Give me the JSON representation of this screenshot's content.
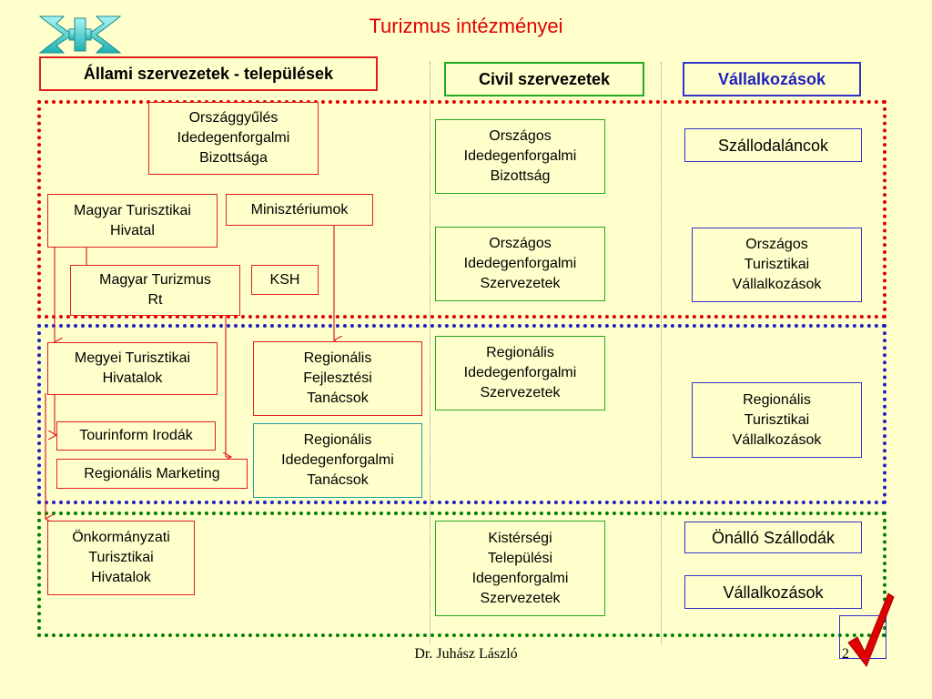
{
  "title": "Turizmus intézményei",
  "headers": {
    "state": "Állami szervezetek - települések",
    "civil": "Civil szervezetek",
    "business": "Vállalkozások"
  },
  "state": {
    "parliament": "Országgyűlés\nIdedegenforgalmi\nBizottsága",
    "mth": "Magyar Turisztikai\nHivatal",
    "ministries": "Minisztériumok",
    "mtrt": "Magyar Turizmus\nRt",
    "ksh": "KSH",
    "county": "Megyei Turisztikai\nHivatalok",
    "regional_dev": "Regionális\nFejlesztési\nTanácsok",
    "tourinform": "Tourinform Irodák",
    "regional_tourism_councils": "Regionális\nIdedegenforgalmi\nTanácsok",
    "regional_marketing": "Regionális Marketing",
    "municipal": "Önkormányzati\nTurisztikai\nHivatalok"
  },
  "civil": {
    "national_committee": "Országos\nIdedegenforgalmi\nBizottság",
    "national_orgs": "Országos\nIdedegenforgalmi\nSzervezetek",
    "regional_orgs": "Regionális\nIdedegenforgalmi\nSzervezetek",
    "local_orgs": "Kistérségi\nTelepülési\nIdegenforgalmi\nSzervezetek"
  },
  "business": {
    "hotel_chains": "Szállodaláncok",
    "national_enterprises": "Országos\nTurisztikai\nVállalkozások",
    "regional_enterprises": "Regionális\nTurisztikai\nVállalkozások",
    "independent_hotels": "Önálló Szállodák",
    "enterprises": "Vállalkozások"
  },
  "footer": "Dr. Juhász László",
  "page_number": "2",
  "colors": {
    "background": "#ffffcc",
    "national_band": "#e00000",
    "regional_band": "#2020c0",
    "local_band": "#008000",
    "title": "#e00000"
  }
}
